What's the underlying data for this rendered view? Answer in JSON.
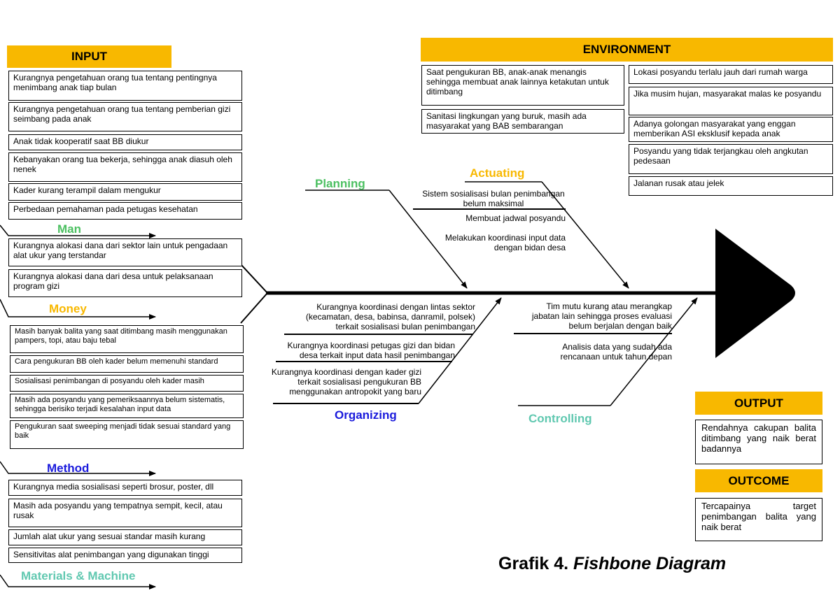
{
  "caption": {
    "prefix": "Grafik 4.",
    "italic": "Fishbone Diagram"
  },
  "input": {
    "title": "INPUT",
    "items": [
      "Kurangnya pengetahuan orang tua tentang pentingnya menimbang anak tiap bulan",
      "Kurangnya pengetahuan orang tua tentang pemberian gizi seimbang pada anak",
      "Anak tidak kooperatif saat BB diukur",
      "Kebanyakan orang tua bekerja, sehingga anak diasuh oleh nenek",
      "Kader kurang terampil dalam mengukur",
      "Perbedaan pemahaman pada petugas kesehatan"
    ]
  },
  "environment": {
    "title": "ENVIRONMENT",
    "left_items": [
      "Saat pengukuran BB, anak-anak menangis sehingga membuat anak lainnya ketakutan untuk ditimbang",
      "Sanitasi lingkungan yang buruk, masih ada masyarakat yang BAB sembarangan"
    ],
    "right_items": [
      "Lokasi posyandu terlalu jauh dari rumah warga",
      "Jika musim hujan, masyarakat malas ke posyandu",
      "Adanya golongan masyarakat yang enggan memberikan ASI eksklusif kepada anak",
      "Posyandu yang tidak terjangkau oleh angkutan pedesaan",
      "Jalanan rusak atau jelek"
    ]
  },
  "categories": {
    "man": "Man",
    "money": "Money",
    "method": "Method",
    "materials": "Materials & Machine",
    "planning": "Planning",
    "actuating": "Actuating",
    "organizing": "Organizing",
    "controlling": "Controlling"
  },
  "money_items": [
    "Kurangnya alokasi dana dari sektor lain untuk pengadaan alat ukur  yang terstandar",
    "Kurangnya alokasi dana dari desa untuk pelaksanaan program gizi"
  ],
  "method_items": [
    "Masih banyak balita yang saat ditimbang masih menggunakan pampers, topi, atau baju tebal",
    "Cara pengukuran BB oleh kader belum memenuhi standard",
    "Sosialisasi penimbangan di posyandu oleh kader masih",
    "Masih ada posyandu yang pemeriksaannya belum sistematis, sehingga berisiko terjadi kesalahan input data",
    "Pengukuran saat sweeping menjadi tidak sesuai standard yang baik"
  ],
  "materials_items": [
    "Kurangnya media sosialisasi seperti brosur, poster, dll",
    "Masih ada posyandu yang tempatnya sempit, kecil, atau rusak",
    "Jumlah alat ukur yang sesuai standar masih kurang",
    "Sensitivitas alat penimbangan yang digunakan tinggi"
  ],
  "actuating_items": [
    "Sistem sosialisasi bulan penimbangan belum maksimal",
    "Membuat jadwal posyandu",
    "Melakukan koordinasi input data dengan bidan desa"
  ],
  "organizing_items": [
    "Kurangnya koordinasi dengan lintas sektor (kecamatan, desa, babinsa, danramil, polsek) terkait sosialisasi bulan penimbangan",
    "Kurangnya koordinasi petugas gizi dan bidan desa terkait input data hasil penimbangan",
    "Kurangnya koordinasi dengan kader gizi terkait sosialisasi pengukuran BB menggunakan antropokit yang baru"
  ],
  "controlling_items": [
    "Tim mutu kurang atau merangkap jabatan lain sehingga proses evaluasi belum berjalan dengan baik",
    "Analisis data yang sudah ada rencanaan untuk tahun depan"
  ],
  "output": {
    "title": "OUTPUT",
    "text": "Rendahnya cakupan balita ditimbang yang naik berat badannya"
  },
  "outcome": {
    "title": "OUTCOME",
    "text": "Tercapainya target penimbangan balita yang naik berat"
  },
  "colors": {
    "header": "#f8b800",
    "man": "#4cc061",
    "money": "#f8b800",
    "method": "#1a1adc",
    "materials": "#60c8b0",
    "planning": "#4cc061",
    "actuating": "#f8b800",
    "organizing": "#1a1adc",
    "controlling": "#60c8b0"
  }
}
